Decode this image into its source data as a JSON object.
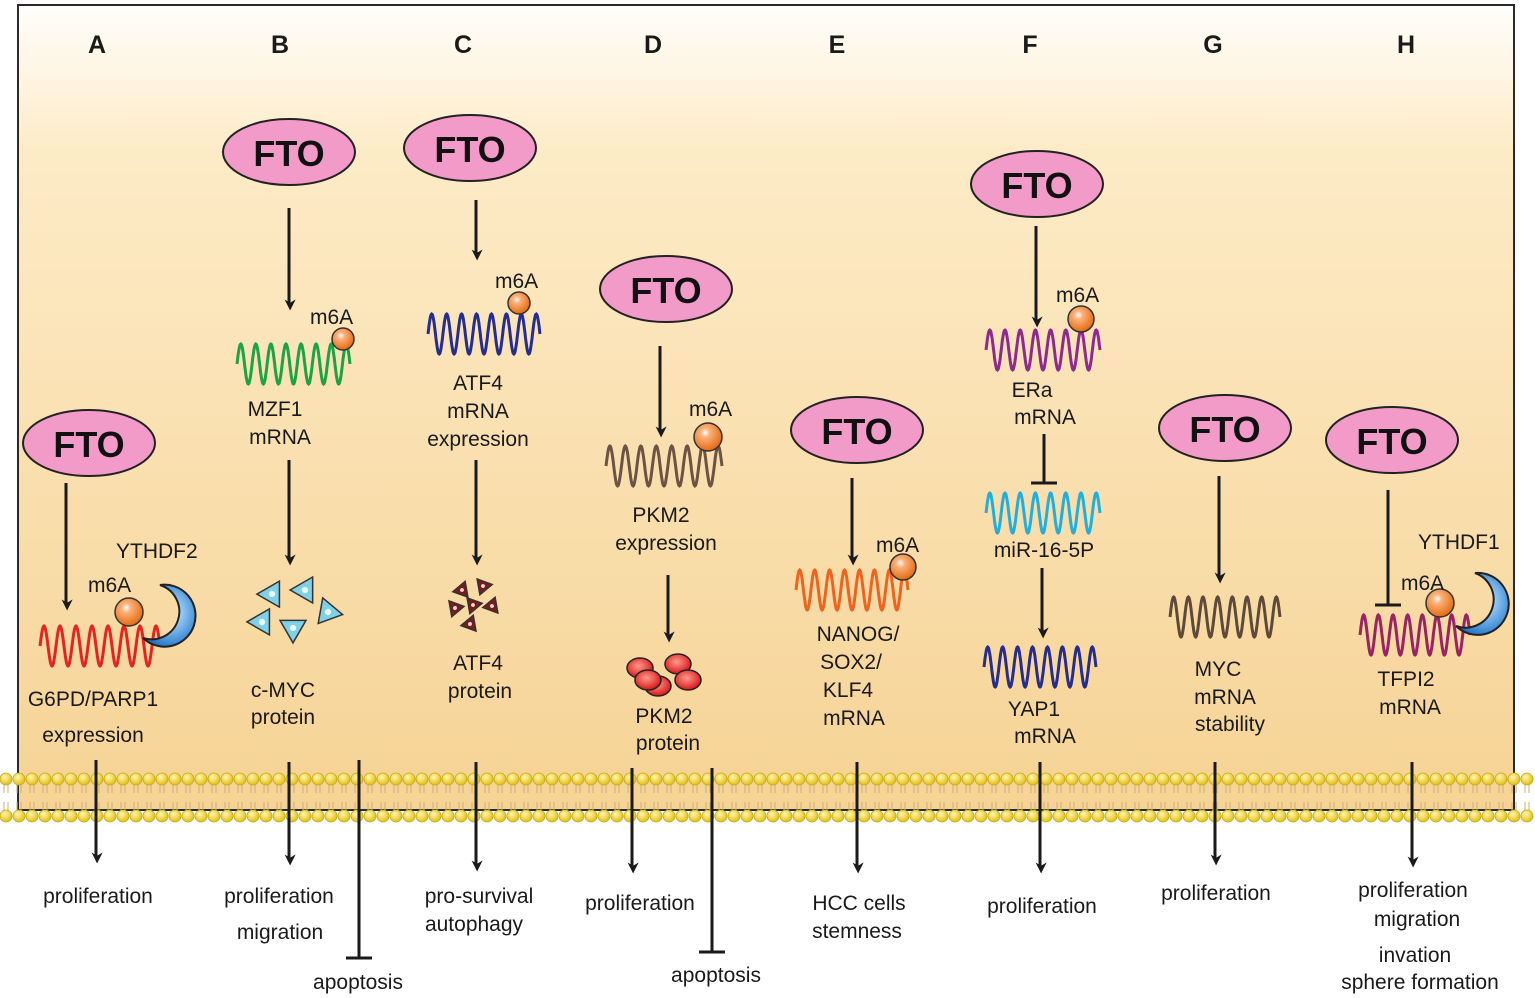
{
  "panel_letters": [
    "A",
    "B",
    "C",
    "D",
    "E",
    "F",
    "G",
    "H"
  ],
  "fto_label": "FTO",
  "m6a_label": "m6A",
  "panels": {
    "A": {
      "reader": "YTHDF2",
      "rna": [
        "G6PD/PARP1",
        "expression"
      ],
      "outcome": [
        "proliferation"
      ]
    },
    "B": {
      "rna": [
        "MZF1",
        "mRNA"
      ],
      "protein": [
        "c-MYC",
        "protein"
      ],
      "outcome": [
        "proliferation",
        "migration"
      ],
      "inhibited": "apoptosis"
    },
    "C": {
      "rna": [
        "ATF4",
        "mRNA",
        "expression"
      ],
      "protein": [
        "ATF4",
        "protein"
      ],
      "outcome": [
        "pro-survival",
        "autophagy"
      ]
    },
    "D": {
      "rna": [
        "PKM2",
        "expression"
      ],
      "protein": [
        "PKM2",
        "protein"
      ],
      "outcome": [
        "proliferation"
      ],
      "inhibited": "apoptosis"
    },
    "E": {
      "rna": [
        "NANOG/",
        "SOX2/",
        "KLF4",
        "mRNA"
      ],
      "outcome": [
        "HCC cells",
        "stemness"
      ]
    },
    "F": {
      "rna": [
        "ERa",
        "mRNA"
      ],
      "mirna": "miR-16-5P",
      "target": [
        "YAP1",
        "mRNA"
      ],
      "outcome": [
        "proliferation"
      ]
    },
    "G": {
      "rna": [
        "MYC",
        "mRNA",
        "stability"
      ],
      "outcome": [
        "proliferation"
      ]
    },
    "H": {
      "reader": "YTHDF1",
      "rna": [
        "TFPI2",
        "mRNA"
      ],
      "outcome": [
        "proliferation",
        "migration",
        "invation",
        "sphere formation"
      ]
    }
  },
  "colors": {
    "fto_fill": "#f29ac8",
    "background_top": "#fffdf8",
    "background_bottom": "#f6d495",
    "membrane": "#f2d341",
    "m6a": "#f07a20",
    "reader": "#2a82d8",
    "rna_A": "#e8231f",
    "rna_B": "#1aa443",
    "rna_C": "#252e8f",
    "rna_D": "#6b5443",
    "rna_E": "#f0621e",
    "rna_F": "#8e2a8f",
    "rna_F_mir": "#1fb0dd",
    "rna_F_yap": "#262d8a",
    "rna_G": "#5e4a3a",
    "rna_H": "#9a2364",
    "protein_B": "#7fd1ea",
    "protein_C": "#7a1c1c",
    "protein_D": "#e32222"
  }
}
